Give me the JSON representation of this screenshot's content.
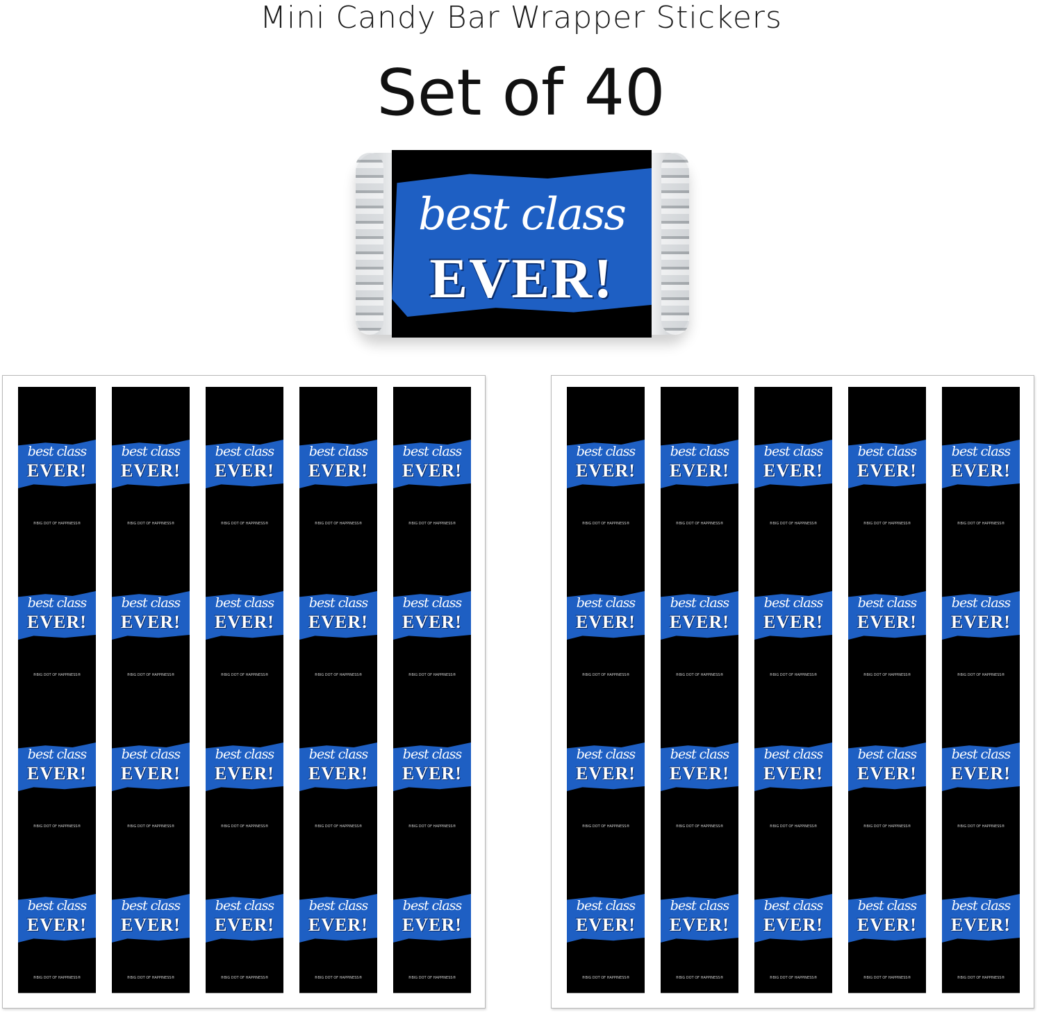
{
  "header": {
    "subtitle": "Mini Candy Bar Wrapper Stickers",
    "title": "Set of 40"
  },
  "label": {
    "script_text": "best class",
    "bold_text": "EVER!",
    "brand_text": "®BIG DOT OF HAPPINESS®"
  },
  "colors": {
    "label_background": "#000000",
    "brush_band": "#1e5fc3",
    "text": "#ffffff"
  },
  "sheets": {
    "count": 2,
    "columns": 5,
    "rows": 4
  }
}
